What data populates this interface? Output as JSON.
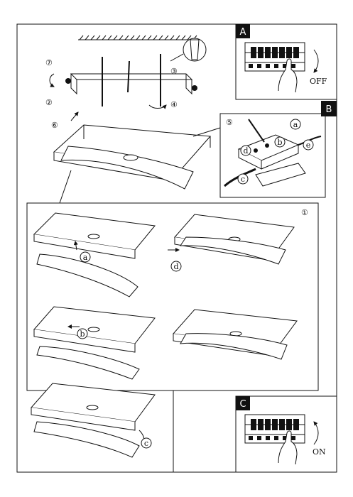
{
  "panels": {
    "A": {
      "letter": "A",
      "caption": "OFF"
    },
    "B": {
      "letter": "B"
    },
    "C": {
      "letter": "C",
      "caption": "ON"
    }
  },
  "mounting": {
    "steps": [
      "⑦",
      "②",
      "③",
      "④",
      "⑥"
    ]
  },
  "wiring": {
    "step": "⑤",
    "labels": [
      "a",
      "b",
      "c",
      "d",
      "e"
    ]
  },
  "assembly": {
    "step": "①",
    "labels": [
      "a",
      "b",
      "c",
      "d"
    ]
  }
}
